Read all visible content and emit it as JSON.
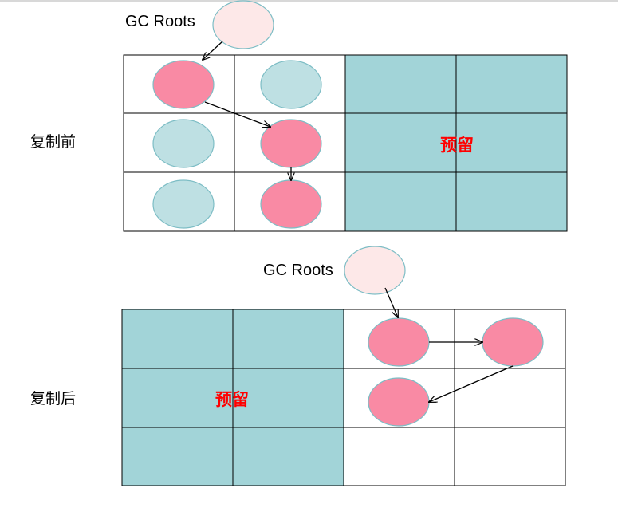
{
  "colors": {
    "reserved_fill": "#a2d4d8",
    "live_object": "#f98aa4",
    "dead_object": "#bee0e3",
    "gc_root_fill": "#fde8e8",
    "ellipse_stroke": "#7dbdc5",
    "grid_line": "#000000",
    "reserve_text": "#ff0000"
  },
  "before": {
    "label": "复制前",
    "gc_roots_label": "GC Roots",
    "reserved_label": "预留"
  },
  "after": {
    "label": "复制后",
    "gc_roots_label": "GC Roots",
    "reserved_label": "预留"
  }
}
